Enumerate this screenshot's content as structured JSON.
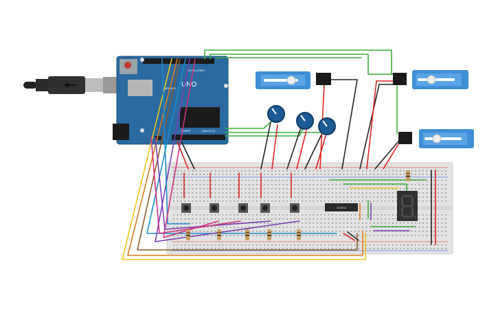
{
  "arduino": {
    "model": "UNO",
    "brand": "ARDUINO",
    "header_label": "DIGITAL (PWM~)",
    "analog_label": "ANALOG IN",
    "power_label": "POWER"
  },
  "chip": {
    "label": "CD4511"
  },
  "components": {
    "servos": 3,
    "potentiometers": 3,
    "pushbuttons": 5,
    "resistors": 6,
    "seven_segment_displays": 1
  },
  "colors": {
    "board": "#2a6aa0",
    "breadboard": "#e3e3e3",
    "servo": "#3f8fd6",
    "wire_red": "#e02020",
    "wire_black": "#222222",
    "wire_green": "#3cae3c",
    "wire_yellow": "#f0c419",
    "wire_orange": "#e07b1a",
    "wire_blue": "#1d8ccf",
    "wire_purple": "#7a3fb0",
    "wire_magenta": "#d0307a",
    "wire_brown": "#8a5a2b"
  }
}
